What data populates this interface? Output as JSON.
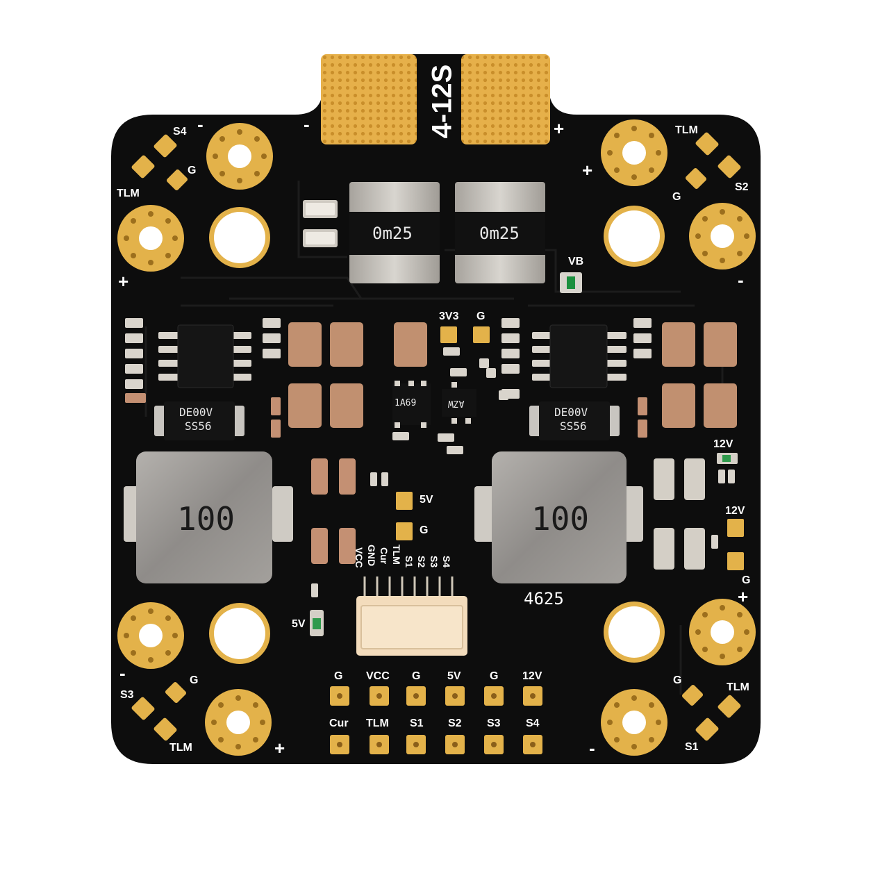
{
  "board": {
    "voltage_label": "4-12S",
    "shunt_marking_left": "0m25",
    "shunt_marking_right": "0m25",
    "inductor_marking_left": "100",
    "inductor_marking_right": "100",
    "diode_marking_left_1": "DE00V",
    "diode_marking_left_2": "SS56",
    "diode_marking_right_1": "DE00V",
    "diode_marking_right_2": "SS56",
    "ic_marking_left": "1A69",
    "ic_marking_right": "AZW",
    "part_number": "4625"
  },
  "silkscreen": {
    "top_minus": "-",
    "top_plus": "+",
    "tl_s4": "S4",
    "tl_g": "G",
    "tl_tlm": "TLM",
    "tl_minus": "-",
    "tl_plus": "+",
    "tr_tlm": "TLM",
    "tr_plus": "+",
    "tr_g": "G",
    "tr_s2": "S2",
    "tr_minus": "-",
    "vb": "VB",
    "v3v3": "3V3",
    "g_mid": "G",
    "v12_led": "12V",
    "v5_pad": "5V",
    "g_pad": "G",
    "v12_pad": "12V",
    "g_right": "G",
    "plus_right": "+",
    "v5_led": "5V",
    "bl_minus": "-",
    "bl_g": "G",
    "bl_s3": "S3",
    "bl_tlm": "TLM",
    "bl_plus": "+",
    "br_tlm": "TLM",
    "br_minus": "-",
    "br_s1": "S1",
    "connector_pins": [
      "VCC",
      "GND",
      "Cur",
      "TLM",
      "S1",
      "S2",
      "S3",
      "S4"
    ],
    "pad_row_top": [
      "G",
      "VCC",
      "G",
      "5V",
      "G",
      "12V"
    ],
    "pad_row_bottom": [
      "Cur",
      "TLM",
      "S1",
      "S2",
      "S3",
      "S4"
    ]
  },
  "colors": {
    "pcb": "#0d0d0d",
    "gold": "#e3b24a",
    "silk": "#ffffff",
    "inductor": "#8a8886",
    "connector": "#f3dcbc"
  }
}
